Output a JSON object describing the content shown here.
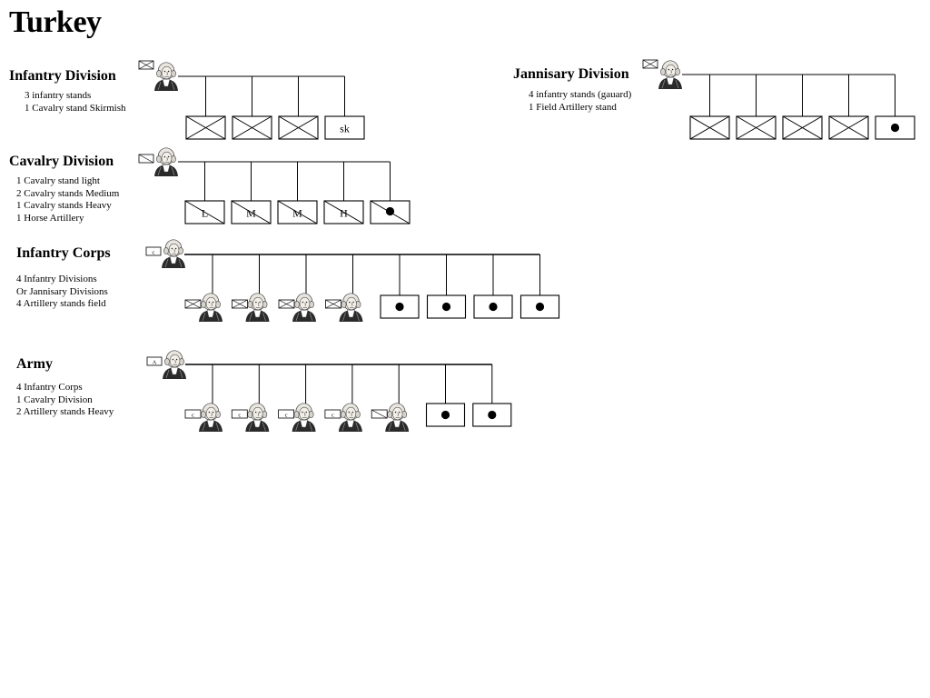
{
  "page": {
    "title": "Turkey"
  },
  "infantry_division": {
    "title": "Infantry Division",
    "lines": [
      "3 infantry stands",
      "1 Cavalry stand Skirmish"
    ],
    "units": [
      {
        "kind": "infantry",
        "label": ""
      },
      {
        "kind": "infantry",
        "label": ""
      },
      {
        "kind": "infantry",
        "label": ""
      },
      {
        "kind": "skirmish",
        "label": "sk"
      }
    ]
  },
  "cavalry_division": {
    "title": "Cavalry Division",
    "lines": [
      "1 Cavalry stand light",
      "2 Cavalry stands Medium",
      "1 Cavalry stands Heavy",
      "1 Horse Artillery"
    ],
    "units": [
      {
        "kind": "cavalry",
        "label": "L"
      },
      {
        "kind": "cavalry",
        "label": "M"
      },
      {
        "kind": "cavalry",
        "label": "M"
      },
      {
        "kind": "cavalry",
        "label": "H"
      },
      {
        "kind": "horse-artillery",
        "label": ""
      }
    ]
  },
  "jannisary_division": {
    "title": "Jannisary Division",
    "lines": [
      "4 infantry stands (gauard)",
      "1 Field Artillery stand"
    ],
    "units": [
      {
        "kind": "infantry",
        "label": ""
      },
      {
        "kind": "infantry",
        "label": ""
      },
      {
        "kind": "infantry",
        "label": ""
      },
      {
        "kind": "infantry",
        "label": ""
      },
      {
        "kind": "artillery",
        "label": ""
      }
    ]
  },
  "infantry_corps": {
    "title": "Infantry Corps",
    "lines": [
      "4 Infantry Divisions",
      "Or Jannisary Divisions",
      "4 Artillery stands field"
    ],
    "commander_flag": "c",
    "subcommanders": [
      "",
      "",
      "",
      ""
    ],
    "units": [
      {
        "kind": "artillery",
        "label": ""
      },
      {
        "kind": "artillery",
        "label": ""
      },
      {
        "kind": "artillery",
        "label": ""
      },
      {
        "kind": "artillery",
        "label": ""
      }
    ]
  },
  "army": {
    "title": "Army",
    "lines": [
      "4 Infantry Corps",
      "1 Cavalry Division",
      "2 Artillery stands Heavy"
    ],
    "commander_flag": "A",
    "subcommanders": [
      "c",
      "c",
      "c",
      "c",
      "cav"
    ],
    "units": [
      {
        "kind": "artillery",
        "label": ""
      },
      {
        "kind": "artillery",
        "label": ""
      }
    ]
  },
  "colors": {
    "ink": "#000000",
    "face": "#f2efe8",
    "coat": "#2a2a2a"
  }
}
